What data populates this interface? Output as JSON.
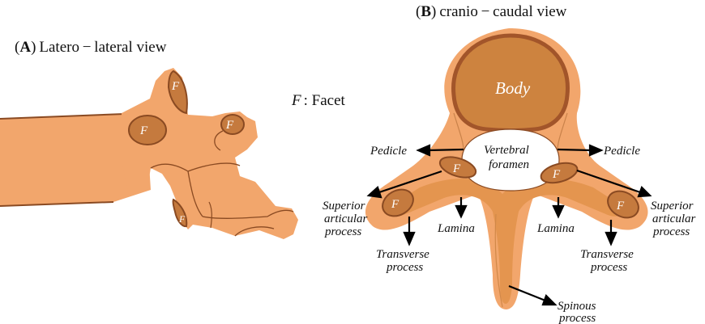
{
  "panel_a": {
    "letter": "A",
    "title": "Latero − lateral view"
  },
  "panel_b": {
    "letter": "B",
    "title": "cranio − caudal view"
  },
  "legend": {
    "symbol": "F",
    "text": ": Facet"
  },
  "facet_letter": "F",
  "labels": {
    "body": "Body",
    "vertebral": "Vertebral",
    "foramen": "foramen",
    "pedicle": "Pedicle",
    "superior": "Superior",
    "articular": "articular",
    "process": "process",
    "lamina": "Lamina",
    "transverse": "Transverse",
    "spinous": "Spinous"
  },
  "colors": {
    "bone": "#f2a66c",
    "bone_mid": "#e4954f",
    "facet": "#c57a3e",
    "outline": "#8a4a22",
    "body": "#cd833f",
    "body_rim": "#a2552a"
  }
}
